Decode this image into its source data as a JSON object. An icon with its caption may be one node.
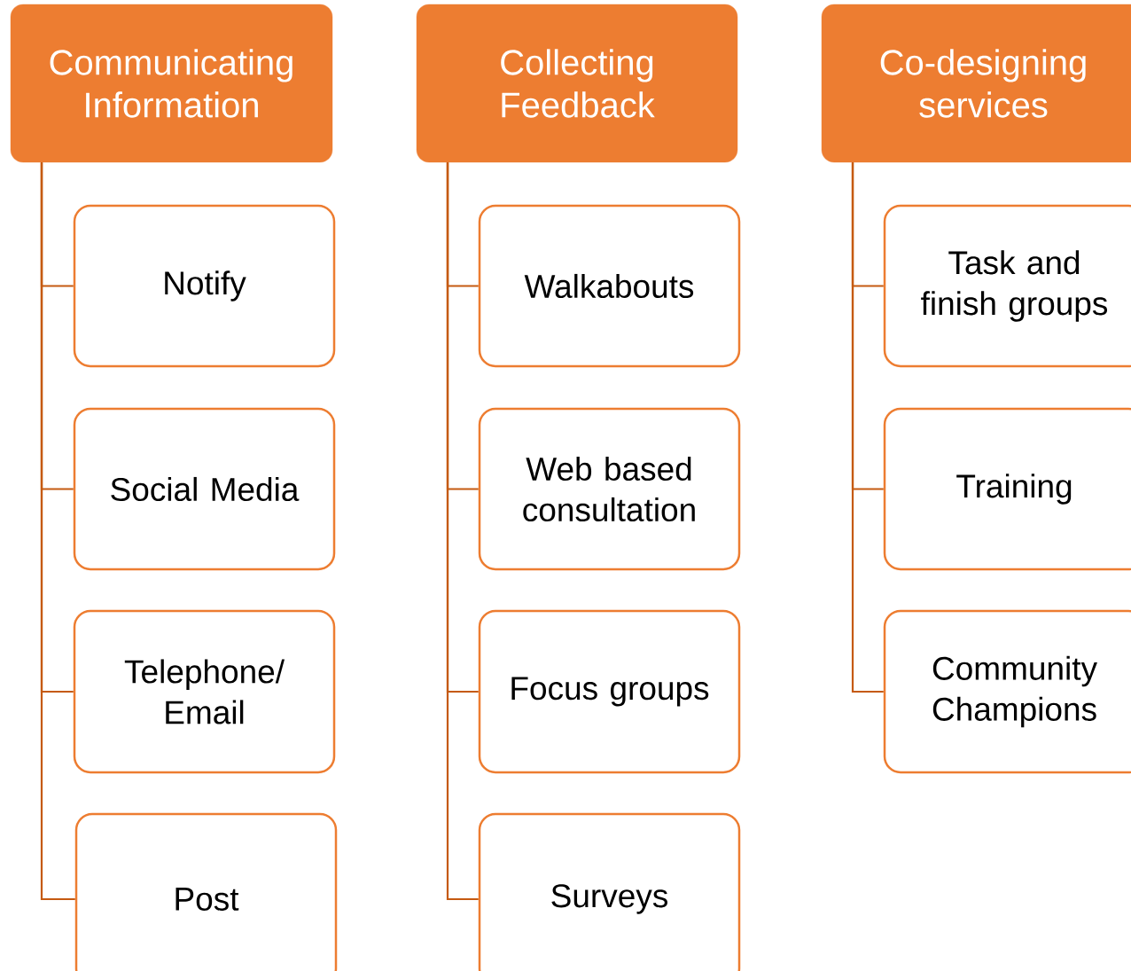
{
  "diagram": {
    "nodes": [
      {
        "text": [
          "Communicating Information"
        ]
      },
      {
        "text": [
          "Notify"
        ]
      },
      {
        "text": [
          "Social Media"
        ]
      },
      {
        "text": [
          "Telephone/ Email"
        ]
      },
      {
        "text": [
          "Post"
        ]
      },
      {
        "text": [
          "Collecting Feedback"
        ]
      },
      {
        "text": [
          "Walkabouts"
        ]
      },
      {
        "text": [
          "Web based consultation"
        ]
      },
      {
        "text": [
          "Focus groups"
        ]
      },
      {
        "text": [
          "Surveys"
        ]
      },
      {
        "text": [
          "Co-designing services"
        ]
      },
      {
        "text": [
          "Task and finish groups"
        ]
      },
      {
        "text": [
          "Training"
        ]
      },
      {
        "text": [
          "Community Champions"
        ]
      }
    ],
    "edges": [
      {
        "from": 0,
        "to": 1,
        "arrow": "none"
      },
      {
        "from": 0,
        "to": 2,
        "arrow": "none"
      },
      {
        "from": 0,
        "to": 3,
        "arrow": "none"
      },
      {
        "from": 0,
        "to": 4,
        "arrow": "none"
      },
      {
        "from": 5,
        "to": 6,
        "arrow": "none"
      },
      {
        "from": 5,
        "to": 7,
        "arrow": "none"
      },
      {
        "from": 5,
        "to": 8,
        "arrow": "none"
      },
      {
        "from": 5,
        "to": 9,
        "arrow": "none"
      },
      {
        "from": 10,
        "to": 11,
        "arrow": "none"
      },
      {
        "from": 10,
        "to": 12,
        "arrow": "none"
      },
      {
        "from": 10,
        "to": 13,
        "arrow": "none"
      }
    ]
  }
}
